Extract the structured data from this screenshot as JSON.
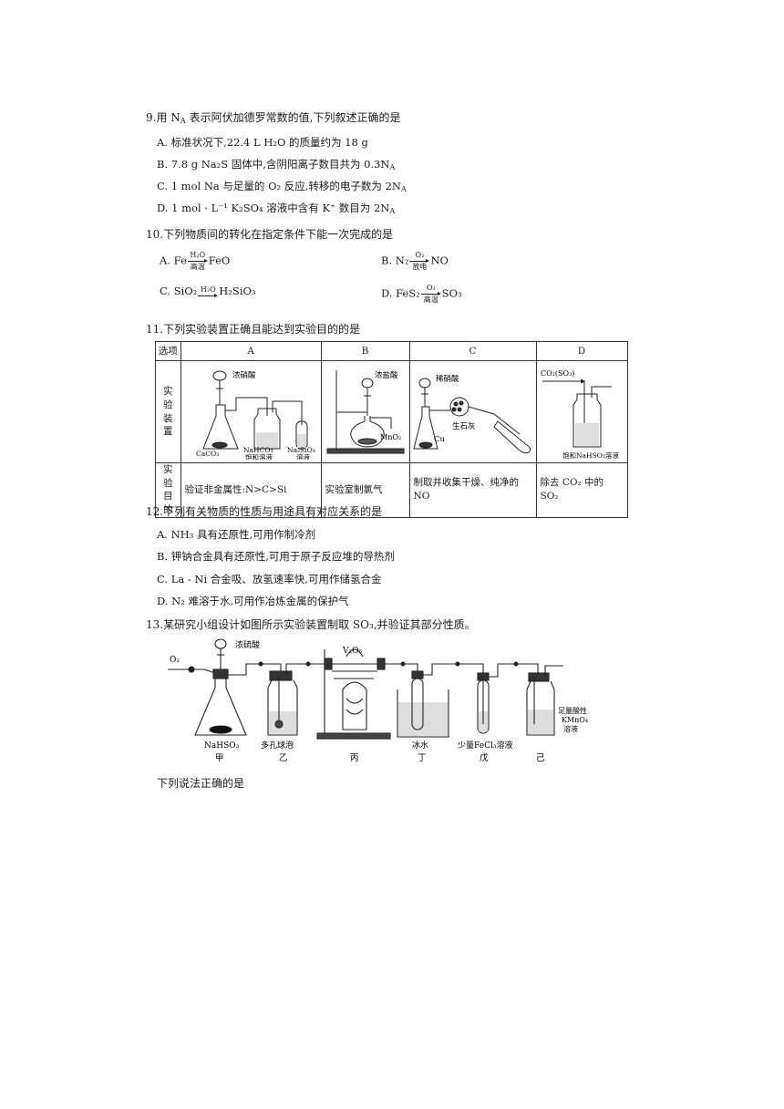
{
  "q9": {
    "stem": "9.用 N",
    "stem_sub": "A",
    "stem_rest": " 表示阿伏加德罗常数的值,下列叙述正确的是",
    "A": "A. 标准状况下,22.4 L H₂O 的质量约为 18 g",
    "B": "B. 7.8 g Na₂S 固体中,含阴阳离子数目共为 0.3N",
    "B_sub": "A",
    "C": "C. 1 mol Na 与足量的 O₂ 反应,转移的电子数为 2N",
    "C_sub": "A",
    "D": "D. 1 mol · L⁻¹ K₂SO₄ 溶液中含有 K⁺ 数目为 2N",
    "D_sub": "A"
  },
  "q10": {
    "stem": "10.下列物质间的转化在指定条件下能一次完成的是",
    "A": {
      "label": "A. Fe",
      "top": "H₂O",
      "bot": "高温",
      "product": "FeO"
    },
    "B": {
      "label": "B. N₂",
      "top": "O₂",
      "bot": "放电",
      "product": "NO"
    },
    "C": {
      "label": "C. SiO₂",
      "top": "H₂O",
      "bot": "",
      "product": "H₂SiO₃"
    },
    "D": {
      "label": "D. FeS₂",
      "top": "O₂",
      "bot": "高温",
      "product": "SO₃"
    }
  },
  "q11": {
    "stem": "11.下列实验装置正确且能达到实验目的的是",
    "header": [
      "选项",
      "A",
      "B",
      "C",
      "D"
    ],
    "row1_label": "实验装置",
    "row2_label": "实验目的",
    "labels": {
      "A_acid": "浓硝酸",
      "A_caco3": "CaCO₃",
      "A_nahco3": "NaHCO₃",
      "A_sat": "饱和溶液",
      "A_na2sio3": "Na₂SiO₃",
      "A_sol": "溶液",
      "B_acid": "浓盐酸",
      "B_mno2": "MnO₂",
      "C_acid": "稀硝酸",
      "C_lime": "生石灰",
      "C_cu": "Cu",
      "D_gas": "CO₂(SO₂)",
      "D_liquid": "饱和NaHSO₃溶液"
    },
    "purposes": {
      "A": "验证非金属性:N>C>Si",
      "B": "实验室制氯气",
      "C": "制取并收集干燥、纯净的NO",
      "D": "除去 CO₂ 中的 SO₂"
    }
  },
  "q12": {
    "stem": "12.下列有关物质的性质与用途具有对应关系的是",
    "A": "A. NH₃ 具有还原性,可用作制冷剂",
    "B": "B. 钾钠合金具有还原性,可用于原子反应堆的导热剂",
    "C": "C. La - Ni 合金吸、放氢速率快,可用作储氢合金",
    "D": "D. N₂ 难溶于水,可用作冶炼金属的保护气"
  },
  "q13": {
    "stem": "13.某研究小组设计如图所示实验装置制取 SO₃,并验证其部分性质。",
    "labels": {
      "o2": "O₂",
      "acid": "浓硫酸",
      "v2o5": "V₂O₅",
      "nahso3": "NaHSO₃",
      "bubbler": "多孔球泡",
      "ice": "冰水",
      "fecl3": "少量FeCl₃溶液",
      "kmno4_1": "足量酸性",
      "kmno4_2": "KMnO₄",
      "kmno4_3": "溶液"
    },
    "stations": [
      "甲",
      "乙",
      "丙",
      "丁",
      "戊",
      "己"
    ],
    "followup": "下列说法正确的是"
  }
}
